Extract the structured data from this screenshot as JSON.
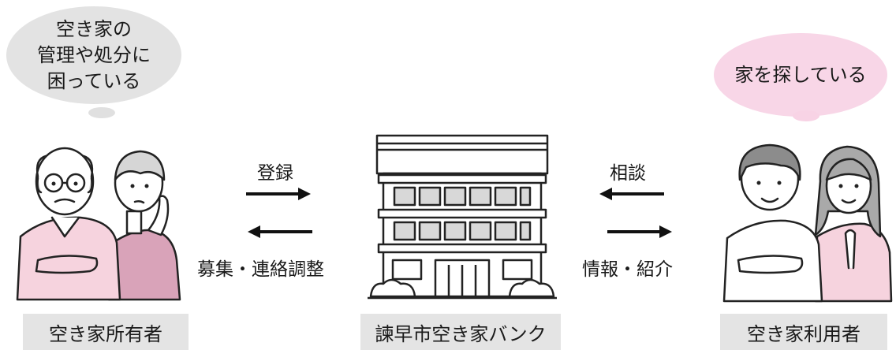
{
  "owner": {
    "thought": "空き家の\n管理や処分に\n困っている",
    "caption": "空き家所有者"
  },
  "bank": {
    "caption": "諫早市空き家バンク"
  },
  "user": {
    "thought": "家を探している",
    "caption": "空き家利用者"
  },
  "flows": {
    "register": "登録",
    "recruit": "募集・連絡調整",
    "consult": "相談",
    "info": "情報・紹介"
  },
  "colors": {
    "owner_bubble": "#e3e3e3",
    "user_bubble": "#f8d6e7",
    "caption_bg": "#e4e4e4",
    "pink_clothes": "#d9a3b9",
    "light_pink_clothes": "#f6d3de",
    "building_window": "#d8d8d8"
  }
}
